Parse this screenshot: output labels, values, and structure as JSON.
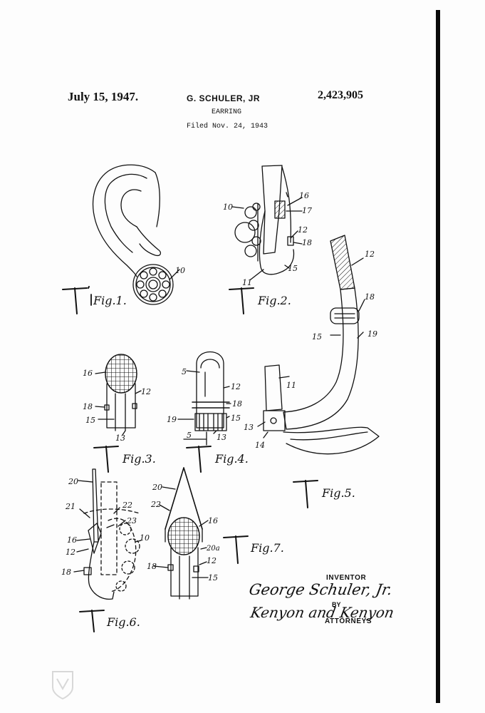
{
  "header": {
    "date": "July 15, 1947.",
    "inventor_name": "G. SCHULER, JR",
    "patent_number": "2,423,905",
    "title": "EARRING",
    "filed": "Filed Nov. 24, 1943"
  },
  "figures": {
    "fig1": "Fig.1.",
    "fig2": "Fig.2.",
    "fig3": "Fig.3.",
    "fig4": "Fig.4.",
    "fig5": "Fig.5.",
    "fig6": "Fig.6.",
    "fig7": "Fig.7."
  },
  "refs": {
    "r10a": "10",
    "r10b": "10",
    "r16b": "16",
    "r17": "17",
    "r12b": "12",
    "r18b": "18",
    "r11b": "11",
    "r15b": "15",
    "r16c": "16",
    "r12c": "12",
    "r18c": "18",
    "r15c": "15",
    "r13c": "13",
    "r5a": "5",
    "r12d": "12",
    "r18d": "18",
    "r19d": "19",
    "r15d": "15",
    "r5b": "5",
    "r13d": "13",
    "r12e": "12",
    "r18e": "18",
    "r15e": "15",
    "r19e": "19",
    "r11e": "11",
    "r13e": "13",
    "r14e": "14",
    "r20f": "20",
    "r21f": "21",
    "r22f": "22",
    "r23f": "23",
    "r10f": "10",
    "r16f": "16",
    "r12f": "12",
    "r18f": "18",
    "r20g": "20",
    "r22g": "22",
    "r16g": "16",
    "r20ag": "20a",
    "r12g": "12",
    "r18g": "18",
    "r15g": "15"
  },
  "signature": {
    "inventor_label": "INVENTOR",
    "inventor": "George Schuler, Jr.",
    "by": "BY",
    "attorneys": "Kenyon and Kenyon",
    "attorneys_label": "ATTORNEYS"
  },
  "colors": {
    "ink": "#111111",
    "paper": "#fdfdfd",
    "rule": "#0a0a0a"
  }
}
